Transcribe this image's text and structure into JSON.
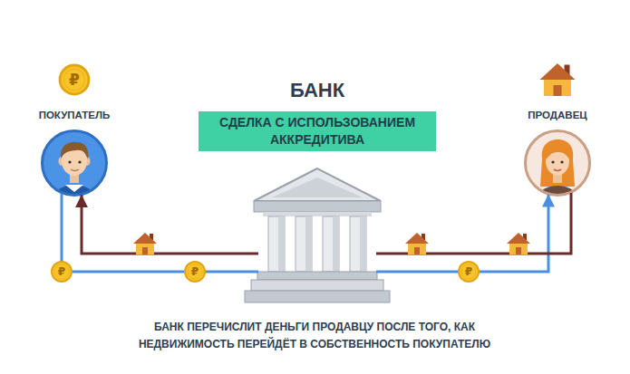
{
  "diagram": {
    "caption": "БАНК ПЕРЕЧИСЛИТ ДЕНЬГИ ПРОДАВЦУ ПОСЛЕ ТОГО, КАК НЕДВИЖИМОСТЬ ПЕРЕЙДЁТ В СОБСТВЕННОСТЬ ПОКУПАТЕЛЮ",
    "nodes": [
      {
        "text": [
          "ПОКУПАТЕЛЬ"
        ]
      },
      {
        "text": [
          "БАНК"
        ]
      },
      {
        "text": [
          "СДЕЛКА С ИСПОЛЬЗОВАНИЕМ АККРЕДИТИВА"
        ]
      },
      {
        "text": [
          "ПРОДАВЕЦ"
        ]
      }
    ],
    "edges": [
      {
        "from": 0,
        "to": 1,
        "arrow": "none"
      },
      {
        "from": 1,
        "to": 3,
        "arrow": "to"
      },
      {
        "from": 3,
        "to": 1,
        "arrow": "none"
      },
      {
        "from": 1,
        "to": 0,
        "arrow": "to"
      }
    ],
    "labels": [
      "₽",
      "₽",
      "₽",
      "₽"
    ]
  }
}
